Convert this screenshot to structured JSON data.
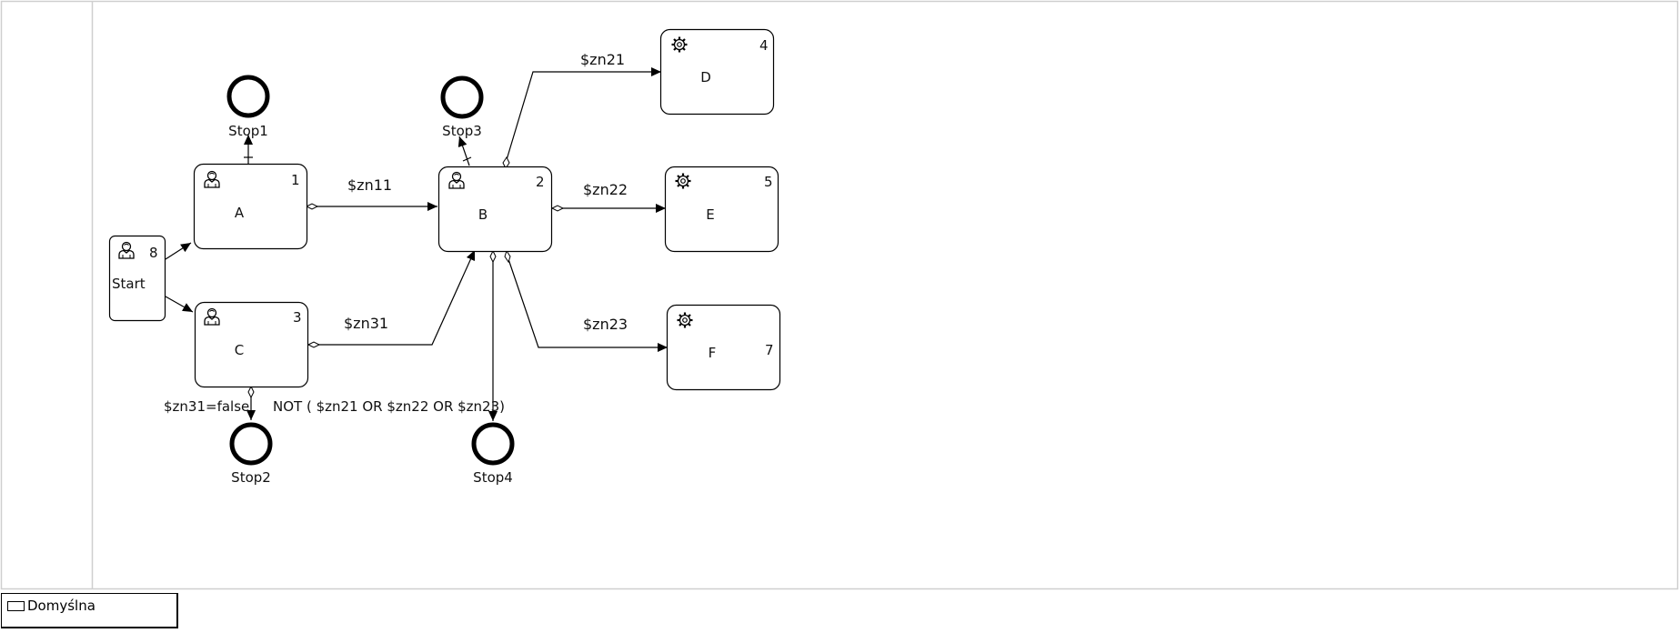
{
  "diagram": {
    "tasks": [
      {
        "id": "start",
        "name": "Start",
        "number": "8",
        "icon": "user-icon"
      },
      {
        "id": "a",
        "name": "A",
        "number": "1",
        "icon": "user-icon"
      },
      {
        "id": "c",
        "name": "C",
        "number": "3",
        "icon": "user-icon"
      },
      {
        "id": "b",
        "name": "B",
        "number": "2",
        "icon": "user-icon"
      },
      {
        "id": "d",
        "name": "D",
        "number": "4",
        "icon": "gear-icon"
      },
      {
        "id": "e",
        "name": "E",
        "number": "5",
        "icon": "gear-icon"
      },
      {
        "id": "f",
        "name": "F",
        "number": "7",
        "icon": "gear-icon"
      }
    ],
    "stops": [
      {
        "id": "stop1",
        "name": "Stop1"
      },
      {
        "id": "stop2",
        "name": "Stop2"
      },
      {
        "id": "stop3",
        "name": "Stop3"
      },
      {
        "id": "stop4",
        "name": "Stop4"
      }
    ],
    "flows": [
      {
        "id": "start-a",
        "from": "Start",
        "to": "A",
        "label": ""
      },
      {
        "id": "start-c",
        "from": "Start",
        "to": "C",
        "label": ""
      },
      {
        "id": "a-stop1",
        "from": "A",
        "to": "Stop1",
        "label": ""
      },
      {
        "id": "a-b",
        "from": "A",
        "to": "B",
        "label": "$zn11"
      },
      {
        "id": "c-b",
        "from": "C",
        "to": "B",
        "label": "$zn31"
      },
      {
        "id": "c-stop2",
        "from": "C",
        "to": "Stop2",
        "label": "$zn31=false"
      },
      {
        "id": "b-stop3",
        "from": "B",
        "to": "Stop3",
        "label": ""
      },
      {
        "id": "b-d",
        "from": "B",
        "to": "D",
        "label": "$zn21"
      },
      {
        "id": "b-e",
        "from": "B",
        "to": "E",
        "label": "$zn22"
      },
      {
        "id": "b-f",
        "from": "B",
        "to": "F",
        "label": "$zn23"
      },
      {
        "id": "b-stop4",
        "from": "B",
        "to": "Stop4",
        "label": "NOT ( $zn21 OR  $zn22  OR  $zn23)"
      }
    ]
  },
  "lane": {
    "label": "Domyślna"
  }
}
